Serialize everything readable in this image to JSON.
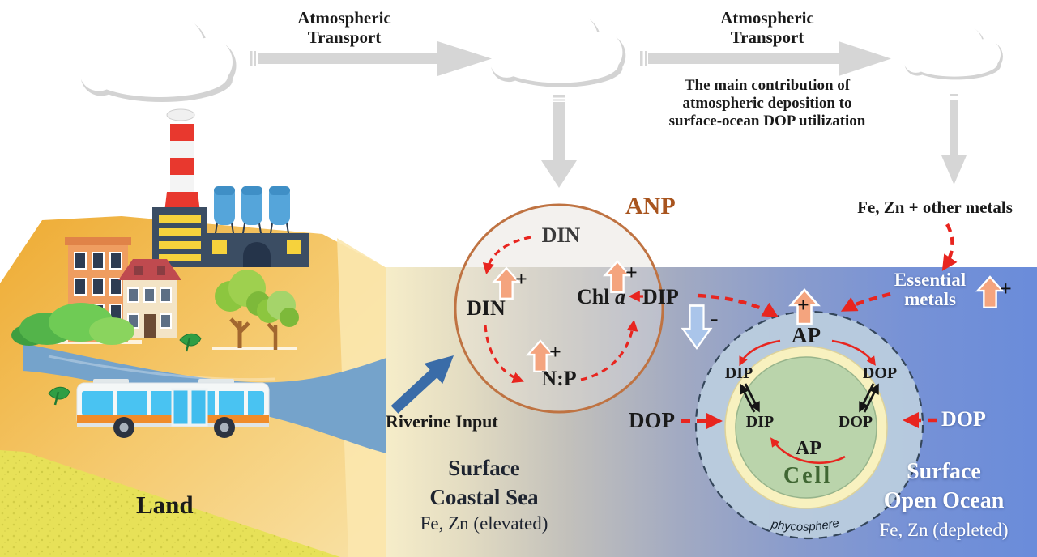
{
  "atmosphere": {
    "transport_label_1": "Atmospheric Transport",
    "transport_label_2": "Atmospheric Transport",
    "deposition_note": "The main contribution of atmospheric deposition to surface-ocean DOP utilization",
    "metals_input": "Fe, Zn + other metals"
  },
  "anp": {
    "label": "ANP",
    "din_top": "DIN",
    "din_surface": "DIN",
    "np_ratio": "N:P",
    "chl_prefix": "Chl",
    "chl_italic": "a",
    "dip": "DIP"
  },
  "coastal": {
    "riverine_input": "Riverine Input",
    "title_line1": "Surface",
    "title_line2": "Coastal Sea",
    "metals_status": "Fe, Zn (elevated)",
    "land": "Land"
  },
  "open_ocean": {
    "essential_line1": "Essential",
    "essential_line2": "metals",
    "title_line1": "Surface",
    "title_line2": "Open Ocean",
    "metals_status": "Fe, Zn (depleted)",
    "dop_external_left": "DOP",
    "dop_external_right": "DOP"
  },
  "cell": {
    "ap_phycosphere": "AP",
    "dip_phycosphere": "DIP",
    "dop_phycosphere": "DOP",
    "dip_internal": "DIP",
    "dop_internal": "DOP",
    "ap_internal": "AP",
    "label": "Cell",
    "zone": "phycosphere"
  },
  "symbols": {
    "plus": "+",
    "minus": "-"
  },
  "palette": {
    "sea_coastal": "#f6edc9",
    "sea_open": "#6a8cda",
    "land": "#efae35",
    "grass": "#e7e158",
    "river": "#75a3cb",
    "anp_circle": "#bf7342",
    "anp_label_color": "#a8541e",
    "red_arrow": "#e8251f",
    "orange_plus_arrow": "#f4a47e",
    "blue_minus_arrow": "#aac5ea",
    "gray_transport_arrow": "#d6d6d6",
    "phycosphere_fill": "#bccede",
    "cell_ring": "#f8f1bf",
    "cell_fill": "#bad4ab",
    "cell_text_color": "#3f6632"
  }
}
